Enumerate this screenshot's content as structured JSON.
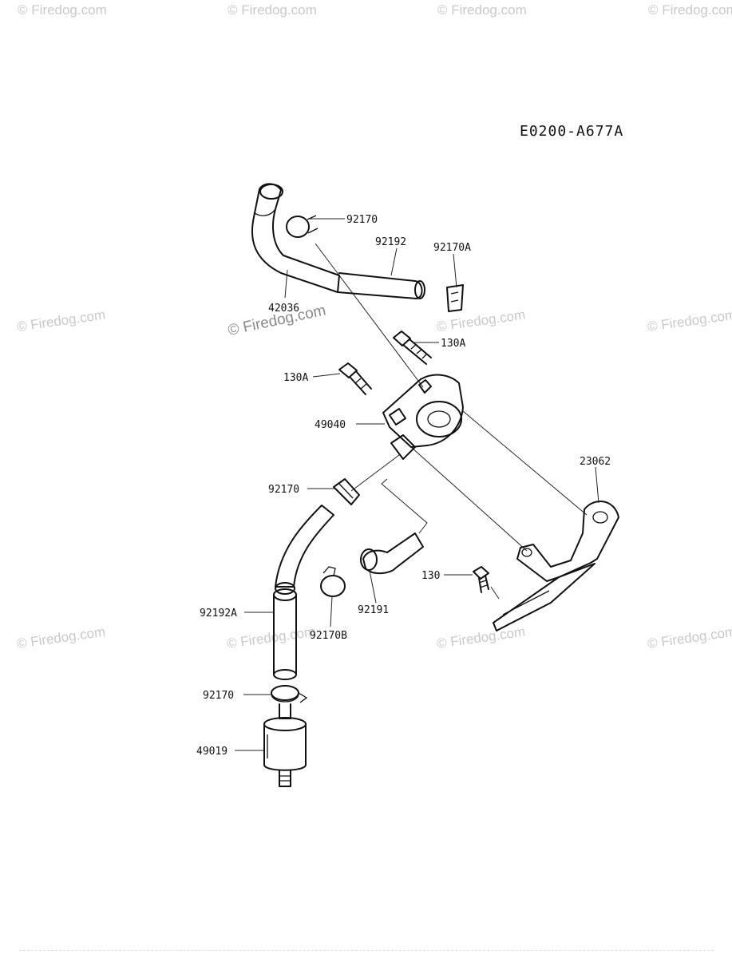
{
  "diagram_code": "E0200-A677A",
  "watermarks": {
    "site": "© Firedog.com",
    "center": "© Firedog.com"
  },
  "parts": {
    "p92170_top": "92170",
    "p92192": "92192",
    "p92170A": "92170A",
    "p42036": "42036",
    "p130A_right": "130A",
    "p130A_left": "130A",
    "p49040": "49040",
    "p23062": "23062",
    "p92170_mid": "92170",
    "p130": "130",
    "p92192A": "92192A",
    "p92191": "92191",
    "p92170B": "92170B",
    "p92170_bottom": "92170",
    "p49019": "49019"
  },
  "colors": {
    "ink": "#111111",
    "watermark": "#c9c9c9"
  }
}
